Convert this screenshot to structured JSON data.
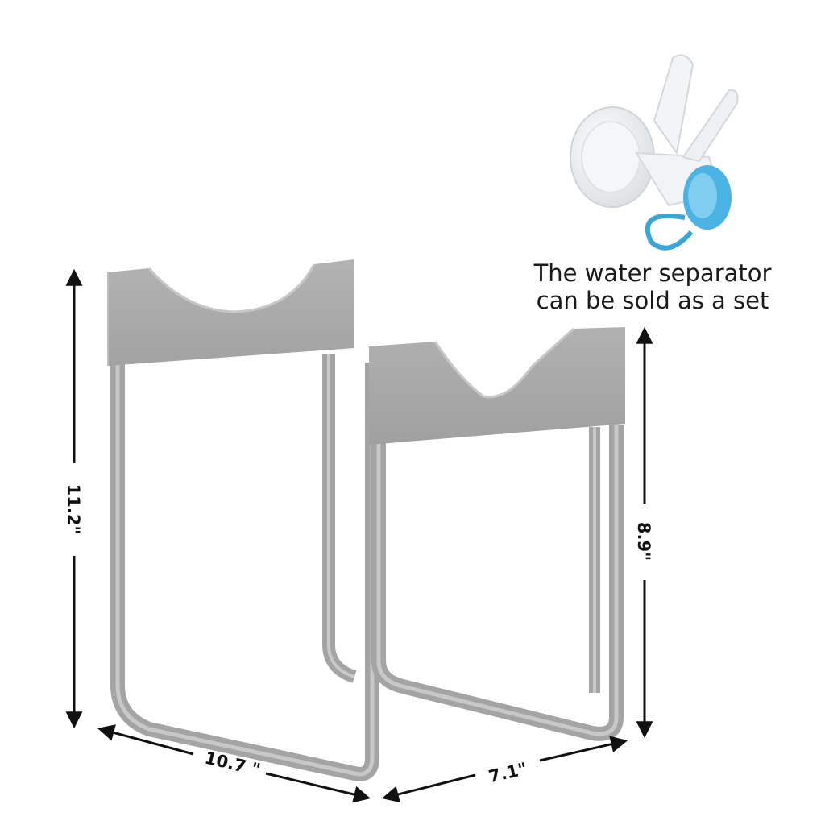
{
  "caption": {
    "line1": "The water separator",
    "line2": "can be sold as a set"
  },
  "dimensions": {
    "height_left": "11.2\"",
    "height_right": "8.9\"",
    "width_front": "10.7 \"",
    "depth": "7.1\""
  },
  "colors": {
    "frame": "#a9a9a9",
    "frame_dark": "#8e8e8e",
    "frame_light": "#c4c4c4",
    "faucet_body": "#eceef0",
    "faucet_cap": "#4bb3e3",
    "arrow": "#111111"
  }
}
